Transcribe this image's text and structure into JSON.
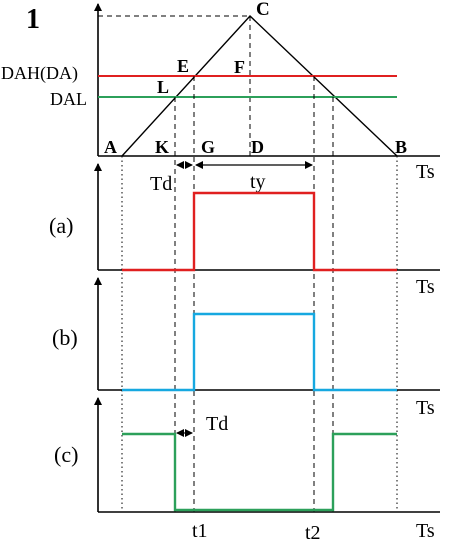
{
  "labels": {
    "one": "1",
    "C": "C",
    "E": "E",
    "F": "F",
    "L": "L",
    "A": "A",
    "K": "K",
    "G": "G",
    "D": "D",
    "B": "B",
    "dah": "DAH(DA)",
    "dal": "DAL",
    "ts1": "Ts",
    "ts2": "Ts",
    "ts3": "Ts",
    "ts4": "Ts",
    "td1": "Td",
    "ty": "ty",
    "td2": "Td",
    "a": "(a)",
    "b": "(b)",
    "c": "(c)",
    "t1": "t1",
    "t2": "t2"
  },
  "colors": {
    "red": "#e02020",
    "green": "#2ca05a",
    "blue": "#16a8e0",
    "black": "#000000"
  }
}
